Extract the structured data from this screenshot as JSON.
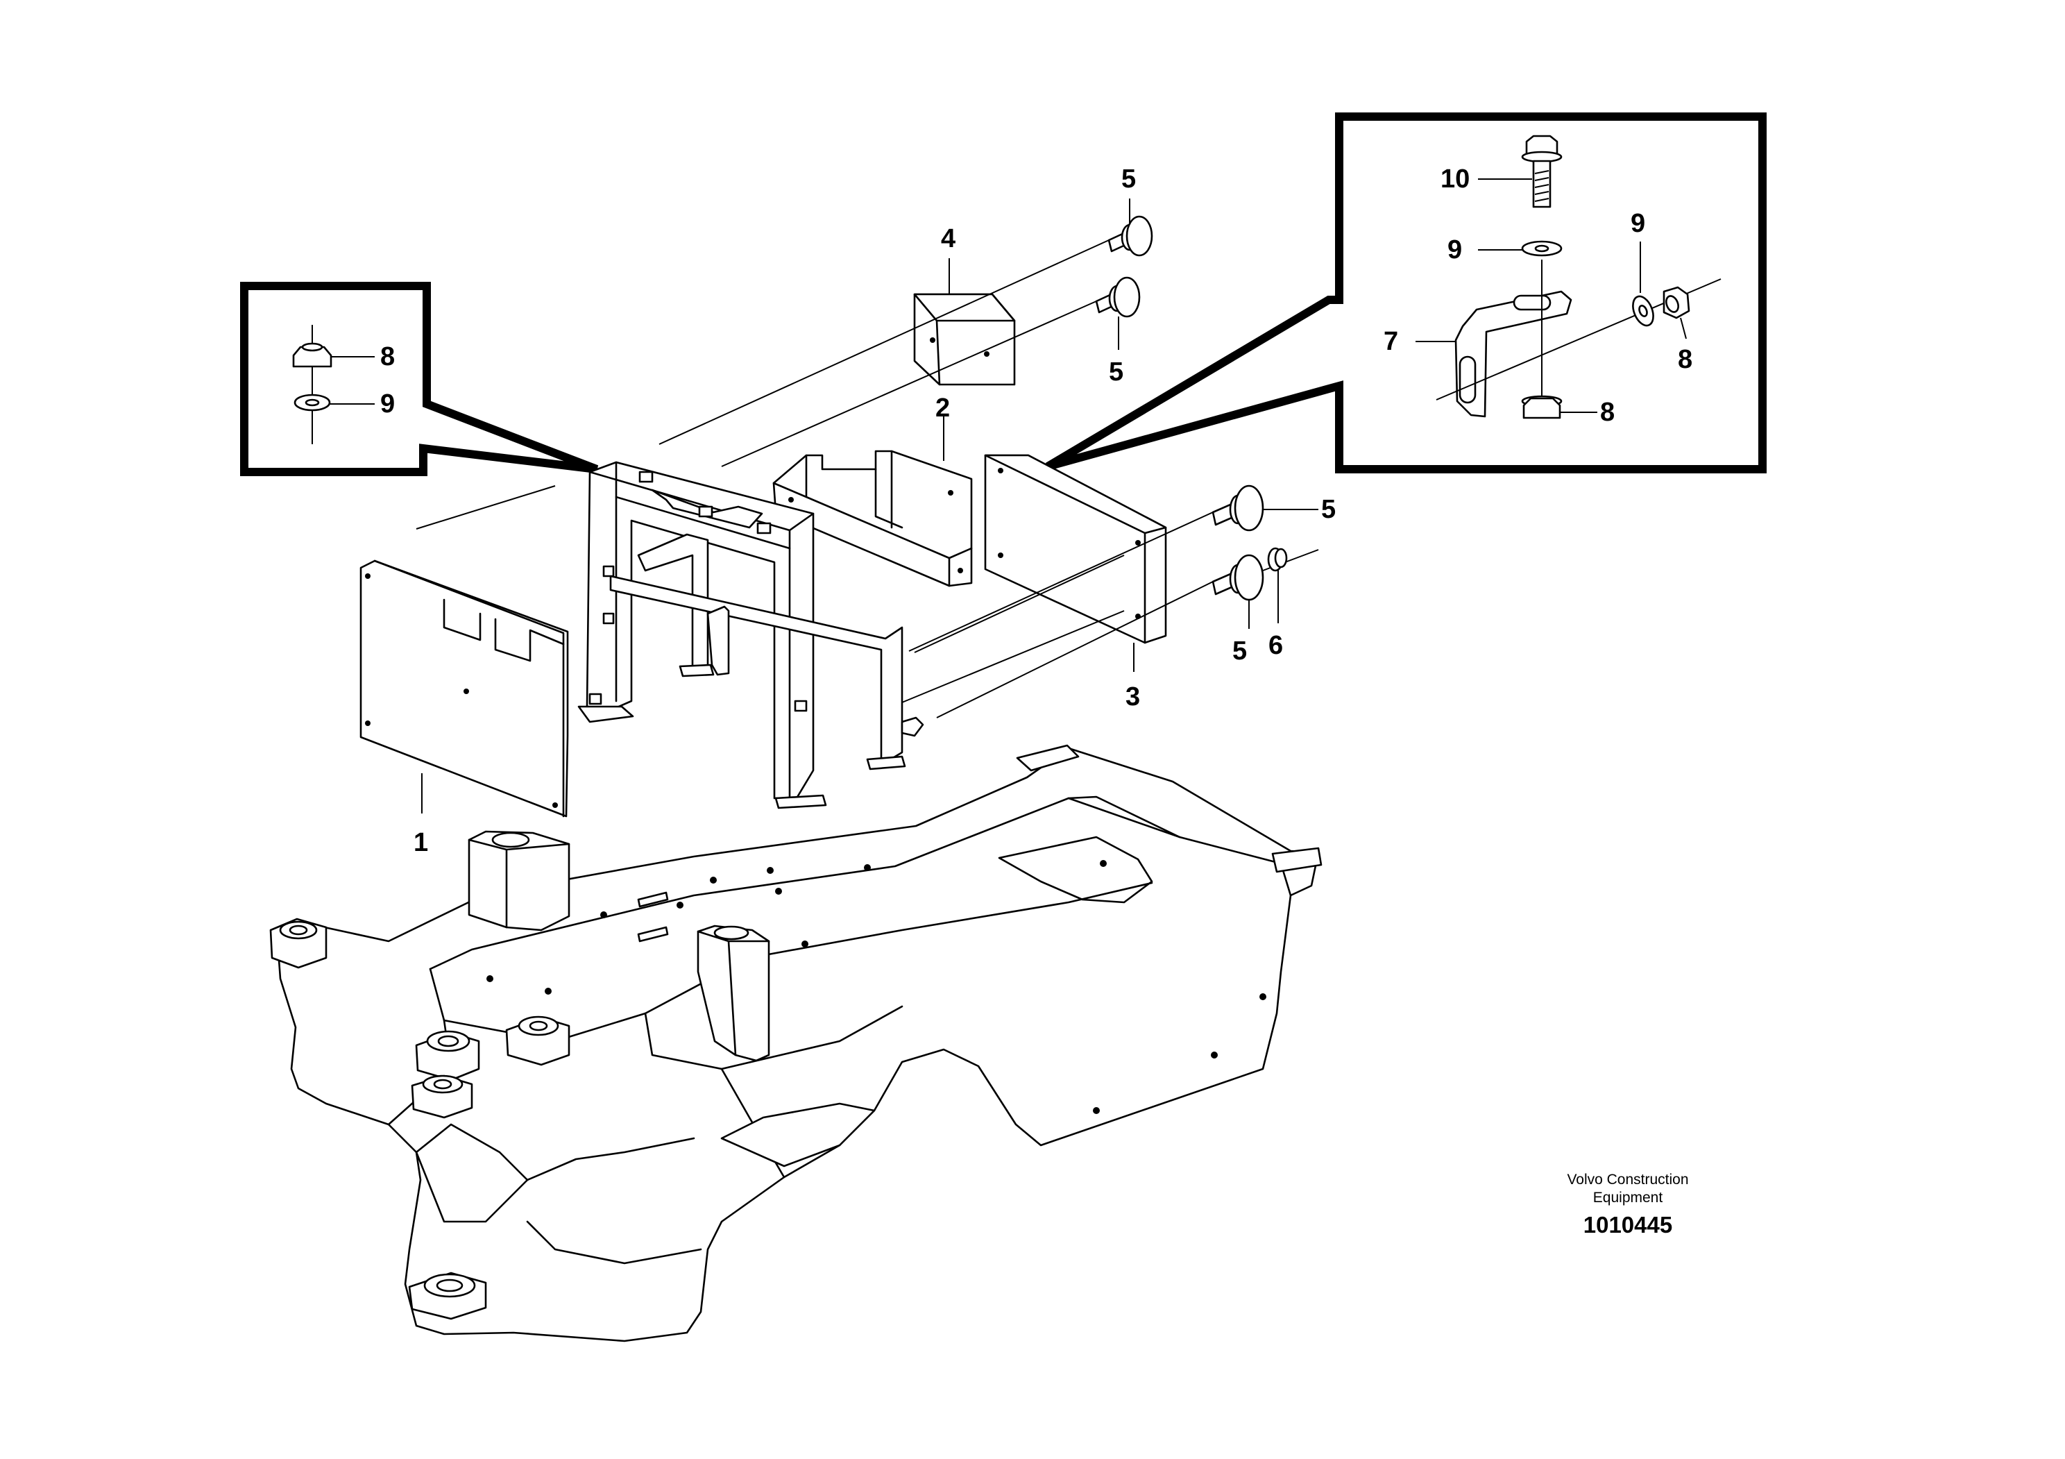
{
  "callouts": {
    "c1": "1",
    "c2": "2",
    "c3": "3",
    "c4": "4",
    "c5a": "5",
    "c5b": "5",
    "c5c": "5",
    "c5d": "5",
    "c6": "6",
    "c7": "7",
    "c8a": "8",
    "c8b": "8",
    "c8c": "8",
    "c9a": "9",
    "c9b": "9",
    "c9c": "9",
    "c10": "10"
  },
  "footer": {
    "brand_line1": "Volvo Construction",
    "brand_line2": "Equipment",
    "doc_number": "1010445"
  }
}
